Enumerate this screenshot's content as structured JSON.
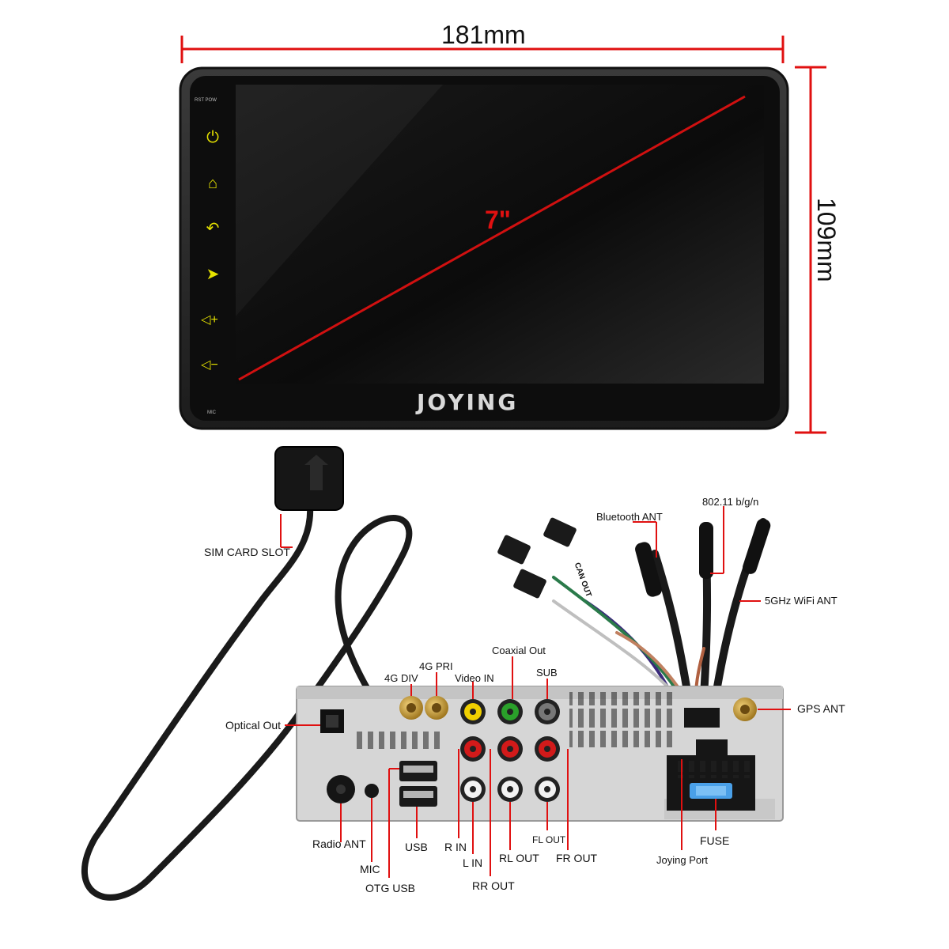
{
  "dimensions": {
    "width": "181mm",
    "height": "109mm",
    "diagonal": "7\""
  },
  "device": {
    "brand": "JOYING",
    "top_labels": "RST POW",
    "bottom_label": "MIC",
    "buttons": [
      {
        "name": "power",
        "glyph": "⏻"
      },
      {
        "name": "home",
        "glyph": "⌂"
      },
      {
        "name": "back",
        "glyph": "↶"
      },
      {
        "name": "navigation",
        "glyph": "➤"
      },
      {
        "name": "volume-up",
        "glyph": "◁+"
      },
      {
        "name": "volume-down",
        "glyph": "◁−"
      }
    ]
  },
  "labels": {
    "sim_card_slot": "SIM CARD SLOT",
    "optical_out": "Optical Out",
    "radio_ant": "Radio ANT",
    "mic": "MIC",
    "otg_usb": "OTG USB",
    "usb": "USB",
    "r_in": "R IN",
    "l_in": "L IN",
    "rr_out": "RR OUT",
    "rl_out": "RL OUT",
    "fl_out": "FL OUT",
    "fr_out": "FR OUT",
    "joying_port": "Joying Port",
    "fuse": "FUSE",
    "gps_ant": "GPS ANT",
    "four_g_div": "4G DIV",
    "four_g_pri": "4G PRI",
    "video_in": "Video IN",
    "coaxial_out": "Coaxial Out",
    "sub": "SUB",
    "bluetooth_ant": "Bluetooth ANT",
    "wifi_bgn": "802.11 b/g/n",
    "wifi_5ghz": "5GHz WiFi ANT",
    "can_out": "CAN OUT"
  },
  "colors": {
    "dimension_red": "#e01010",
    "button_yellow": "#e6e200",
    "chassis_silver": "#d6d6d6",
    "rca_red": "#d21a1a",
    "rca_white": "#f2f2f2",
    "rca_yellow": "#f0d000",
    "rca_green": "#2aa02a",
    "gold": "#c9a040"
  }
}
